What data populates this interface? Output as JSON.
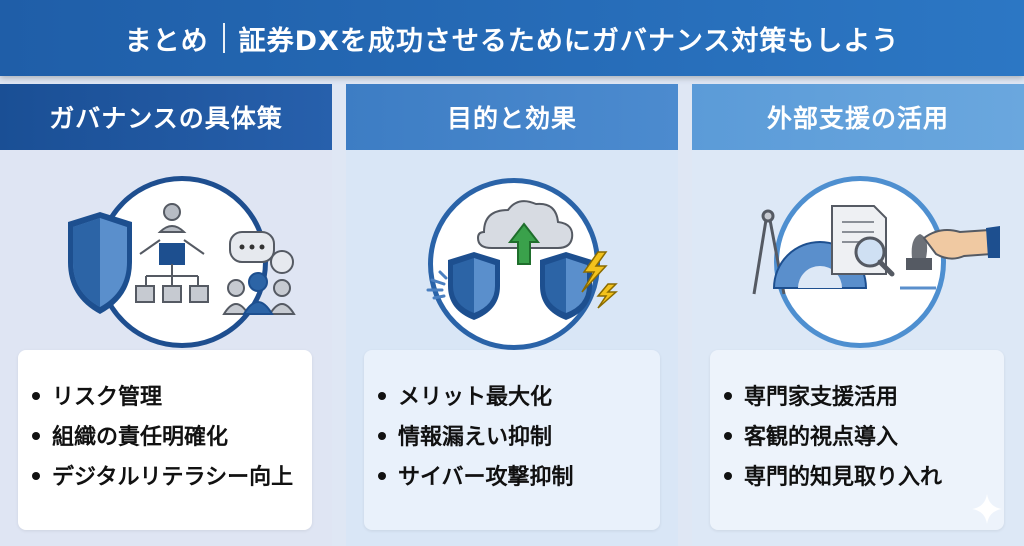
{
  "banner": {
    "left": "まとめ",
    "right": "証券DXを成功させるためにガバナンス対策もしよう"
  },
  "columns": [
    {
      "title": "ガバナンスの具体策",
      "items": [
        "リスク管理",
        "組織の責任明確化",
        "デジタルリテラシー向上"
      ]
    },
    {
      "title": "目的と効果",
      "items": [
        "メリット最大化",
        "情報漏えい抑制",
        "サイバー攻撃抑制"
      ]
    },
    {
      "title": "外部支援の活用",
      "items": [
        "専門家支援活用",
        "客観的視点導入",
        "専門的知見取り入れ"
      ]
    }
  ],
  "icons": {
    "col1": [
      "shield-icon",
      "org-chart-icon",
      "team-chat-icon"
    ],
    "col2": [
      "cloud-upload-icon",
      "shield-leak-icon",
      "shield-lightning-icon"
    ],
    "col3": [
      "compass-icon",
      "protractor-icon",
      "document-magnifier-icon",
      "stamp-hand-icon"
    ]
  },
  "colors": {
    "banner": "#2468b4",
    "col1_head": "#1f589f",
    "col2_head": "#4585ca",
    "col3_head": "#63a1db"
  }
}
